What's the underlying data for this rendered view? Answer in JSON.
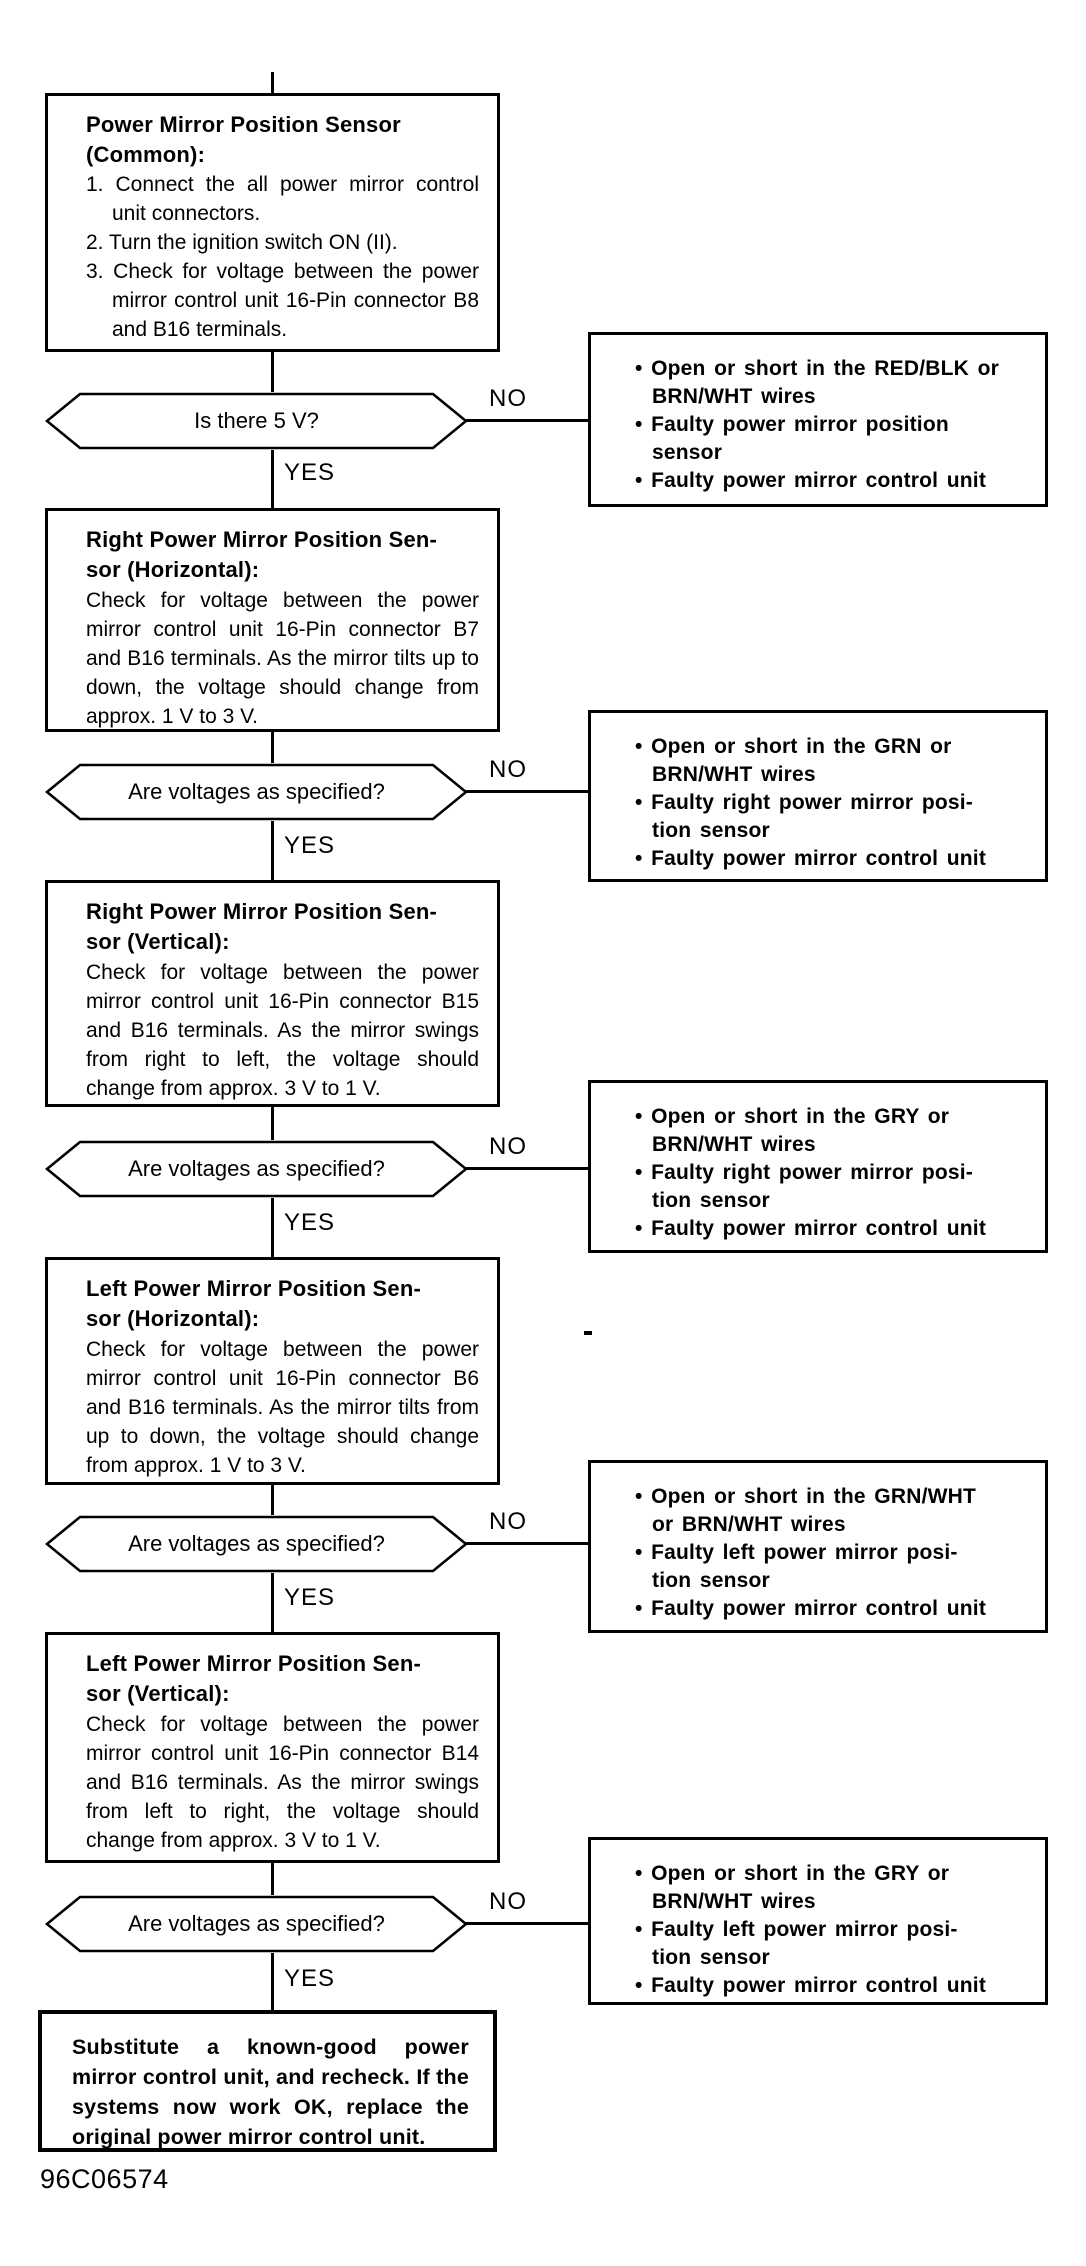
{
  "labels": {
    "yes": "YES",
    "no": "NO"
  },
  "footer": {
    "code": "96C06574"
  },
  "stages": [
    {
      "box": {
        "title": "Power Mirror Position Sensor\n(Common):",
        "steps": [
          "1. Connect the all power mirror control unit connectors.",
          "2. Turn the ignition switch ON (II).",
          "3. Check for voltage between the power mirror control unit 16-Pin connector B8 and B16 terminals."
        ]
      },
      "decision": "Is there 5 V?",
      "result": {
        "items": [
          "Open or short in the RED/BLK or\nBRN/WHT wires",
          "Faulty power mirror position\nsensor",
          "Faulty power mirror control unit"
        ]
      }
    },
    {
      "box": {
        "title": "Right Power Mirror Position Sen-\nsor (Horizontal):",
        "body": "Check for voltage between the power mirror control unit 16-Pin connector B7 and B16 terminals. As the mirror tilts up to down, the voltage should change from approx. 1 V to 3 V."
      },
      "decision": "Are voltages as specified?",
      "result": {
        "items": [
          "Open or short in the GRN or\nBRN/WHT wires",
          "Faulty right power mirror posi-\ntion sensor",
          "Faulty power mirror control unit"
        ]
      }
    },
    {
      "box": {
        "title": "Right Power Mirror Position Sen-\nsor (Vertical):",
        "body": "Check for voltage between the power mirror control unit 16-Pin connector B15 and B16 terminals. As the mirror swings from right to left, the voltage should change from approx. 3 V to 1 V."
      },
      "decision": "Are voltages as specified?",
      "result": {
        "items": [
          "Open or short in the GRY or\nBRN/WHT wires",
          "Faulty right power mirror posi-\ntion sensor",
          "Faulty power mirror control unit"
        ]
      }
    },
    {
      "box": {
        "title": "Left Power Mirror Position Sen-\nsor (Horizontal):",
        "body": "Check for voltage between the power mirror control unit 16-Pin connector B6 and B16 terminals. As the mirror tilts from up to down, the voltage should change from approx. 1 V to 3 V."
      },
      "decision": "Are voltages as specified?",
      "result": {
        "items": [
          "Open or short in the GRN/WHT\nor BRN/WHT wires",
          "Faulty left power mirror posi-\ntion sensor",
          "Faulty power mirror control unit"
        ]
      }
    },
    {
      "box": {
        "title": "Left Power Mirror Position Sen-\nsor (Vertical):",
        "body": "Check for voltage between the power mirror control unit 16-Pin connector B14 and B16 terminals. As the mirror swings from left to right, the voltage should change from approx. 3 V to 1 V."
      },
      "decision": "Are voltages as specified?",
      "result": {
        "items": [
          "Open or short in the GRY or\nBRN/WHT wires",
          "Faulty left power mirror posi-\ntion sensor",
          "Faulty power mirror control unit"
        ]
      }
    }
  ],
  "final": {
    "text": "Substitute a known-good power mirror control unit, and recheck. If the systems now work OK, replace the original power mirror control unit."
  }
}
